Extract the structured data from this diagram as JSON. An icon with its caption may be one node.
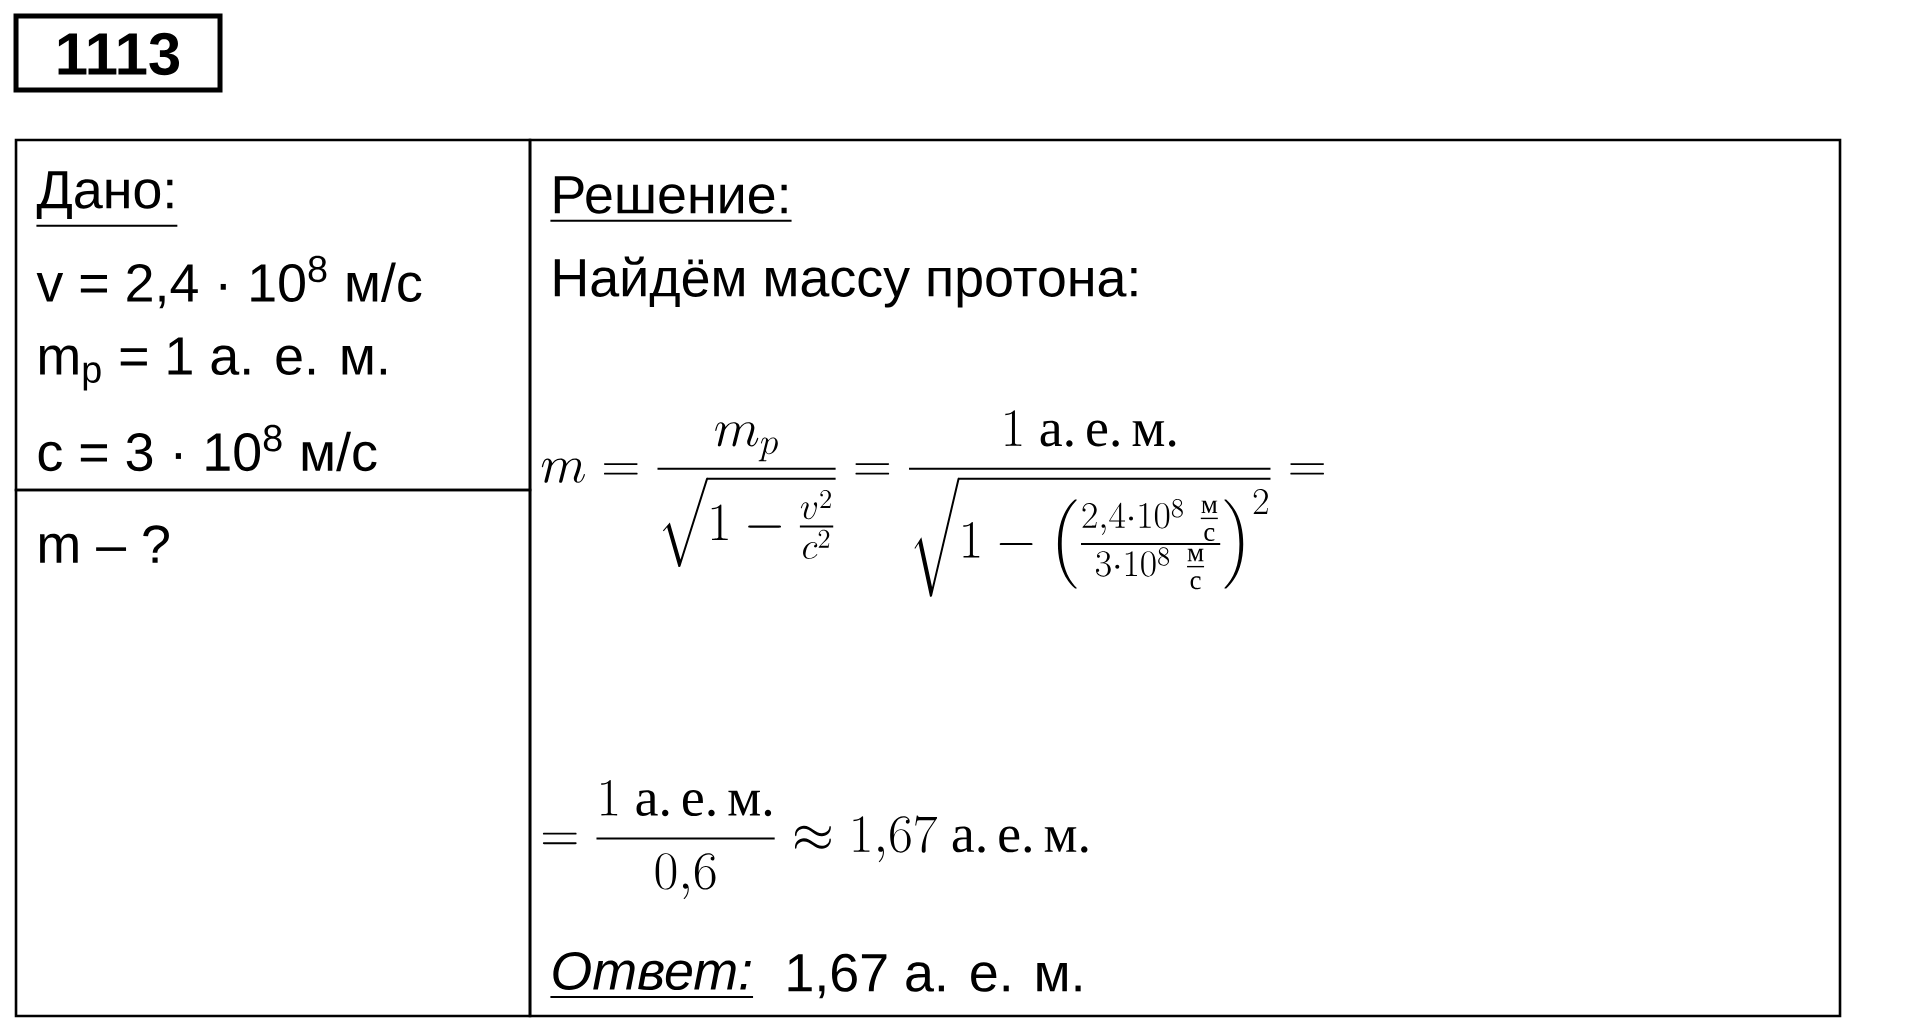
{
  "diagram": {
    "nodes": [
      {
        "text": [
          "1113"
        ]
      },
      {
        "text": [
          "Дано:",
          "v = 2,4 · 10$^{8}$ м/с",
          "m$_{p}$ = 1 а. е. м.",
          "c = 3 · 10$^{8}$ м/с"
        ]
      },
      {
        "text": [
          "m – ?"
        ]
      },
      {
        "text": [
          "Решение:",
          "Найдём массу протона:",
          "m=\\frac{m_p}{\\sqrt{1-\\frac{v^2}{c^2}}}=\\frac{1\\ \\textrm{а.\\,е.\\,м.}}{\\sqrt{1-\\left(\\frac{2{,}4\\cdot 10^8\\ \\frac{\\textrm{м}}{\\textrm{с}}}{3\\cdot 10^8\\ \\frac{\\textrm{м}}{\\textrm{с}}}\\right)^2}}=",
          "=\\frac{1\\ \\textrm{а.\\,е.\\,м.}}{0{,}6}\\approx 1{,}67\\ \\textrm{а.\\,е.\\,м.}",
          "Ответ:",
          "1,67 а. е. м."
        ]
      }
    ]
  }
}
